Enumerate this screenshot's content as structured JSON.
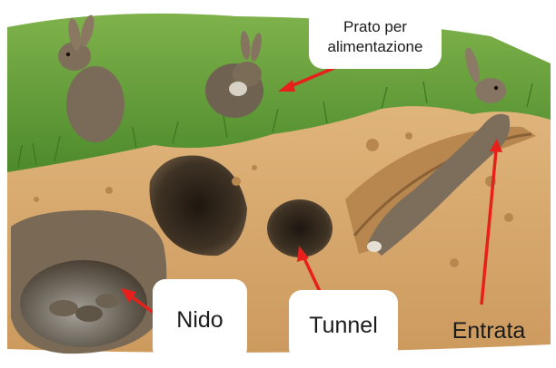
{
  "labels": {
    "prato": "Prato per\nalimentazione",
    "nido": "Nido",
    "tunnel": "Tunnel",
    "entrata": "Entrata"
  },
  "colors": {
    "arrow": "#e8201c",
    "soil": "#d6a66c",
    "grass": "#5f9a35",
    "tunnel_dark": "#3e3224",
    "rabbit": "#7a6a58"
  }
}
